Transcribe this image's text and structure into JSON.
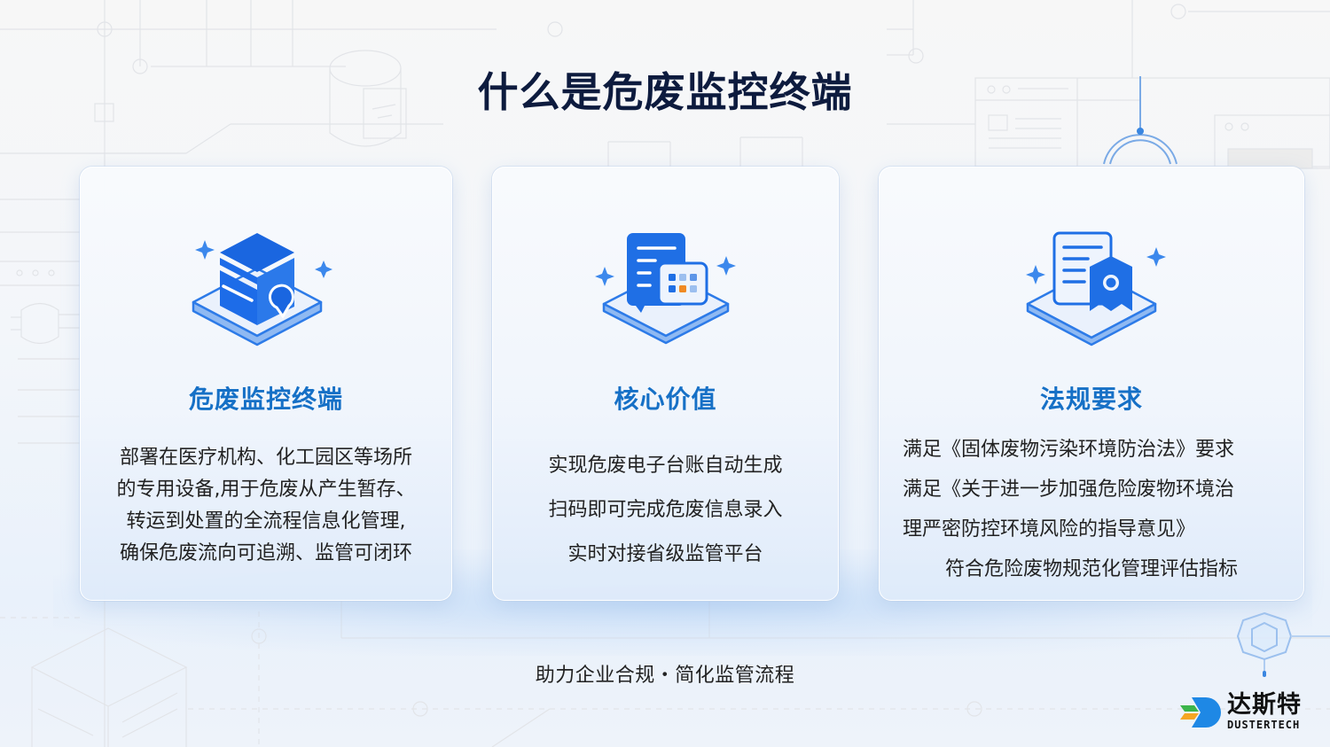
{
  "title": "什么是危废监控终端",
  "cards": [
    {
      "icon": "storage-box-location-icon",
      "title": "危废监控终端",
      "lines": [
        "部署在医疗机构、化工园区等场所",
        "的专用设备,用于危废从产生暂存、",
        "转运到处置的全流程信息化管理,",
        "确保危废流向可追溯、监管可闭环"
      ]
    },
    {
      "icon": "document-ledger-grid-icon",
      "title": "核心价值",
      "lines": [
        "实现危废电子台账自动生成",
        "扫码即可完成危废信息录入",
        "实时对接省级监管平台"
      ]
    },
    {
      "icon": "document-certificate-icon",
      "title": "法规要求",
      "lines": [
        "满足《固体废物污染环境防治法》要求",
        "满足《关于进一步加强危险废物环境治",
        "理严密防控环境风险的指导意见》",
        "符合危险废物规范化管理评估指标"
      ]
    }
  ],
  "tagline": "助力企业合规・简化监管流程",
  "brand": {
    "name_cn": "达斯特",
    "name_en": "DUSTERTECH"
  },
  "colors": {
    "title": "#0d1b3e",
    "accent": "#1670c6",
    "icon_blue": "#1f6fe5",
    "icon_light": "#e8f0fc",
    "highlight_orange": "#f08a24",
    "brand_green": "#3bb54a",
    "brand_orange": "#f5a623",
    "brand_blue": "#1e88e5"
  }
}
